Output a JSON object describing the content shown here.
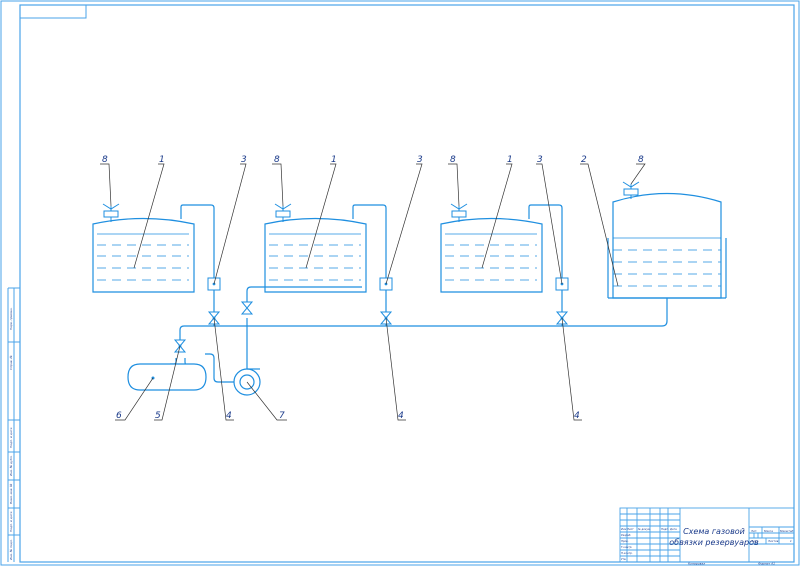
{
  "diagram": {
    "labels": {
      "tank_1": "1",
      "tank_2": "2",
      "flame_arrester": "3",
      "valve": "4",
      "valve_5": "5",
      "receiver": "6",
      "pump": "7",
      "breather_valve": "8"
    },
    "colors": {
      "pipe": "#1f8fe0",
      "frame": "#4aa3e8",
      "leader": "#333333",
      "text": "#1a3a8a"
    }
  },
  "title_block": {
    "title_line1": "Схема газовой",
    "title_line2": "обвязки резервуаров",
    "col_izm": "Изм Лист",
    "col_doc": "№ докум.",
    "col_sign": "Подп.",
    "col_date": "Дата",
    "row_razrab": "Разраб.",
    "row_prov": "Пров.",
    "row_tkontr": "Т.контр.",
    "row_nkontr": "Н.контр.",
    "row_utv": "Утв.",
    "lit": "Лит.",
    "massa": "Масса",
    "masshtab": "Масштаб",
    "list": "Лист",
    "listov": "Листов",
    "count": "1",
    "kopiroval": "Копировал",
    "format": "Формат  А1"
  },
  "side_stamp": {
    "inv_podl": "Инв. № подл.",
    "podp_data1": "Подп. и дата",
    "vzam_inv": "Взам. инв. №",
    "inv_dubl": "Инв. № дубл.",
    "podp_data2": "Подп. и дата",
    "sprav": "Справ. №",
    "perv_primen": "Перв. примен."
  }
}
